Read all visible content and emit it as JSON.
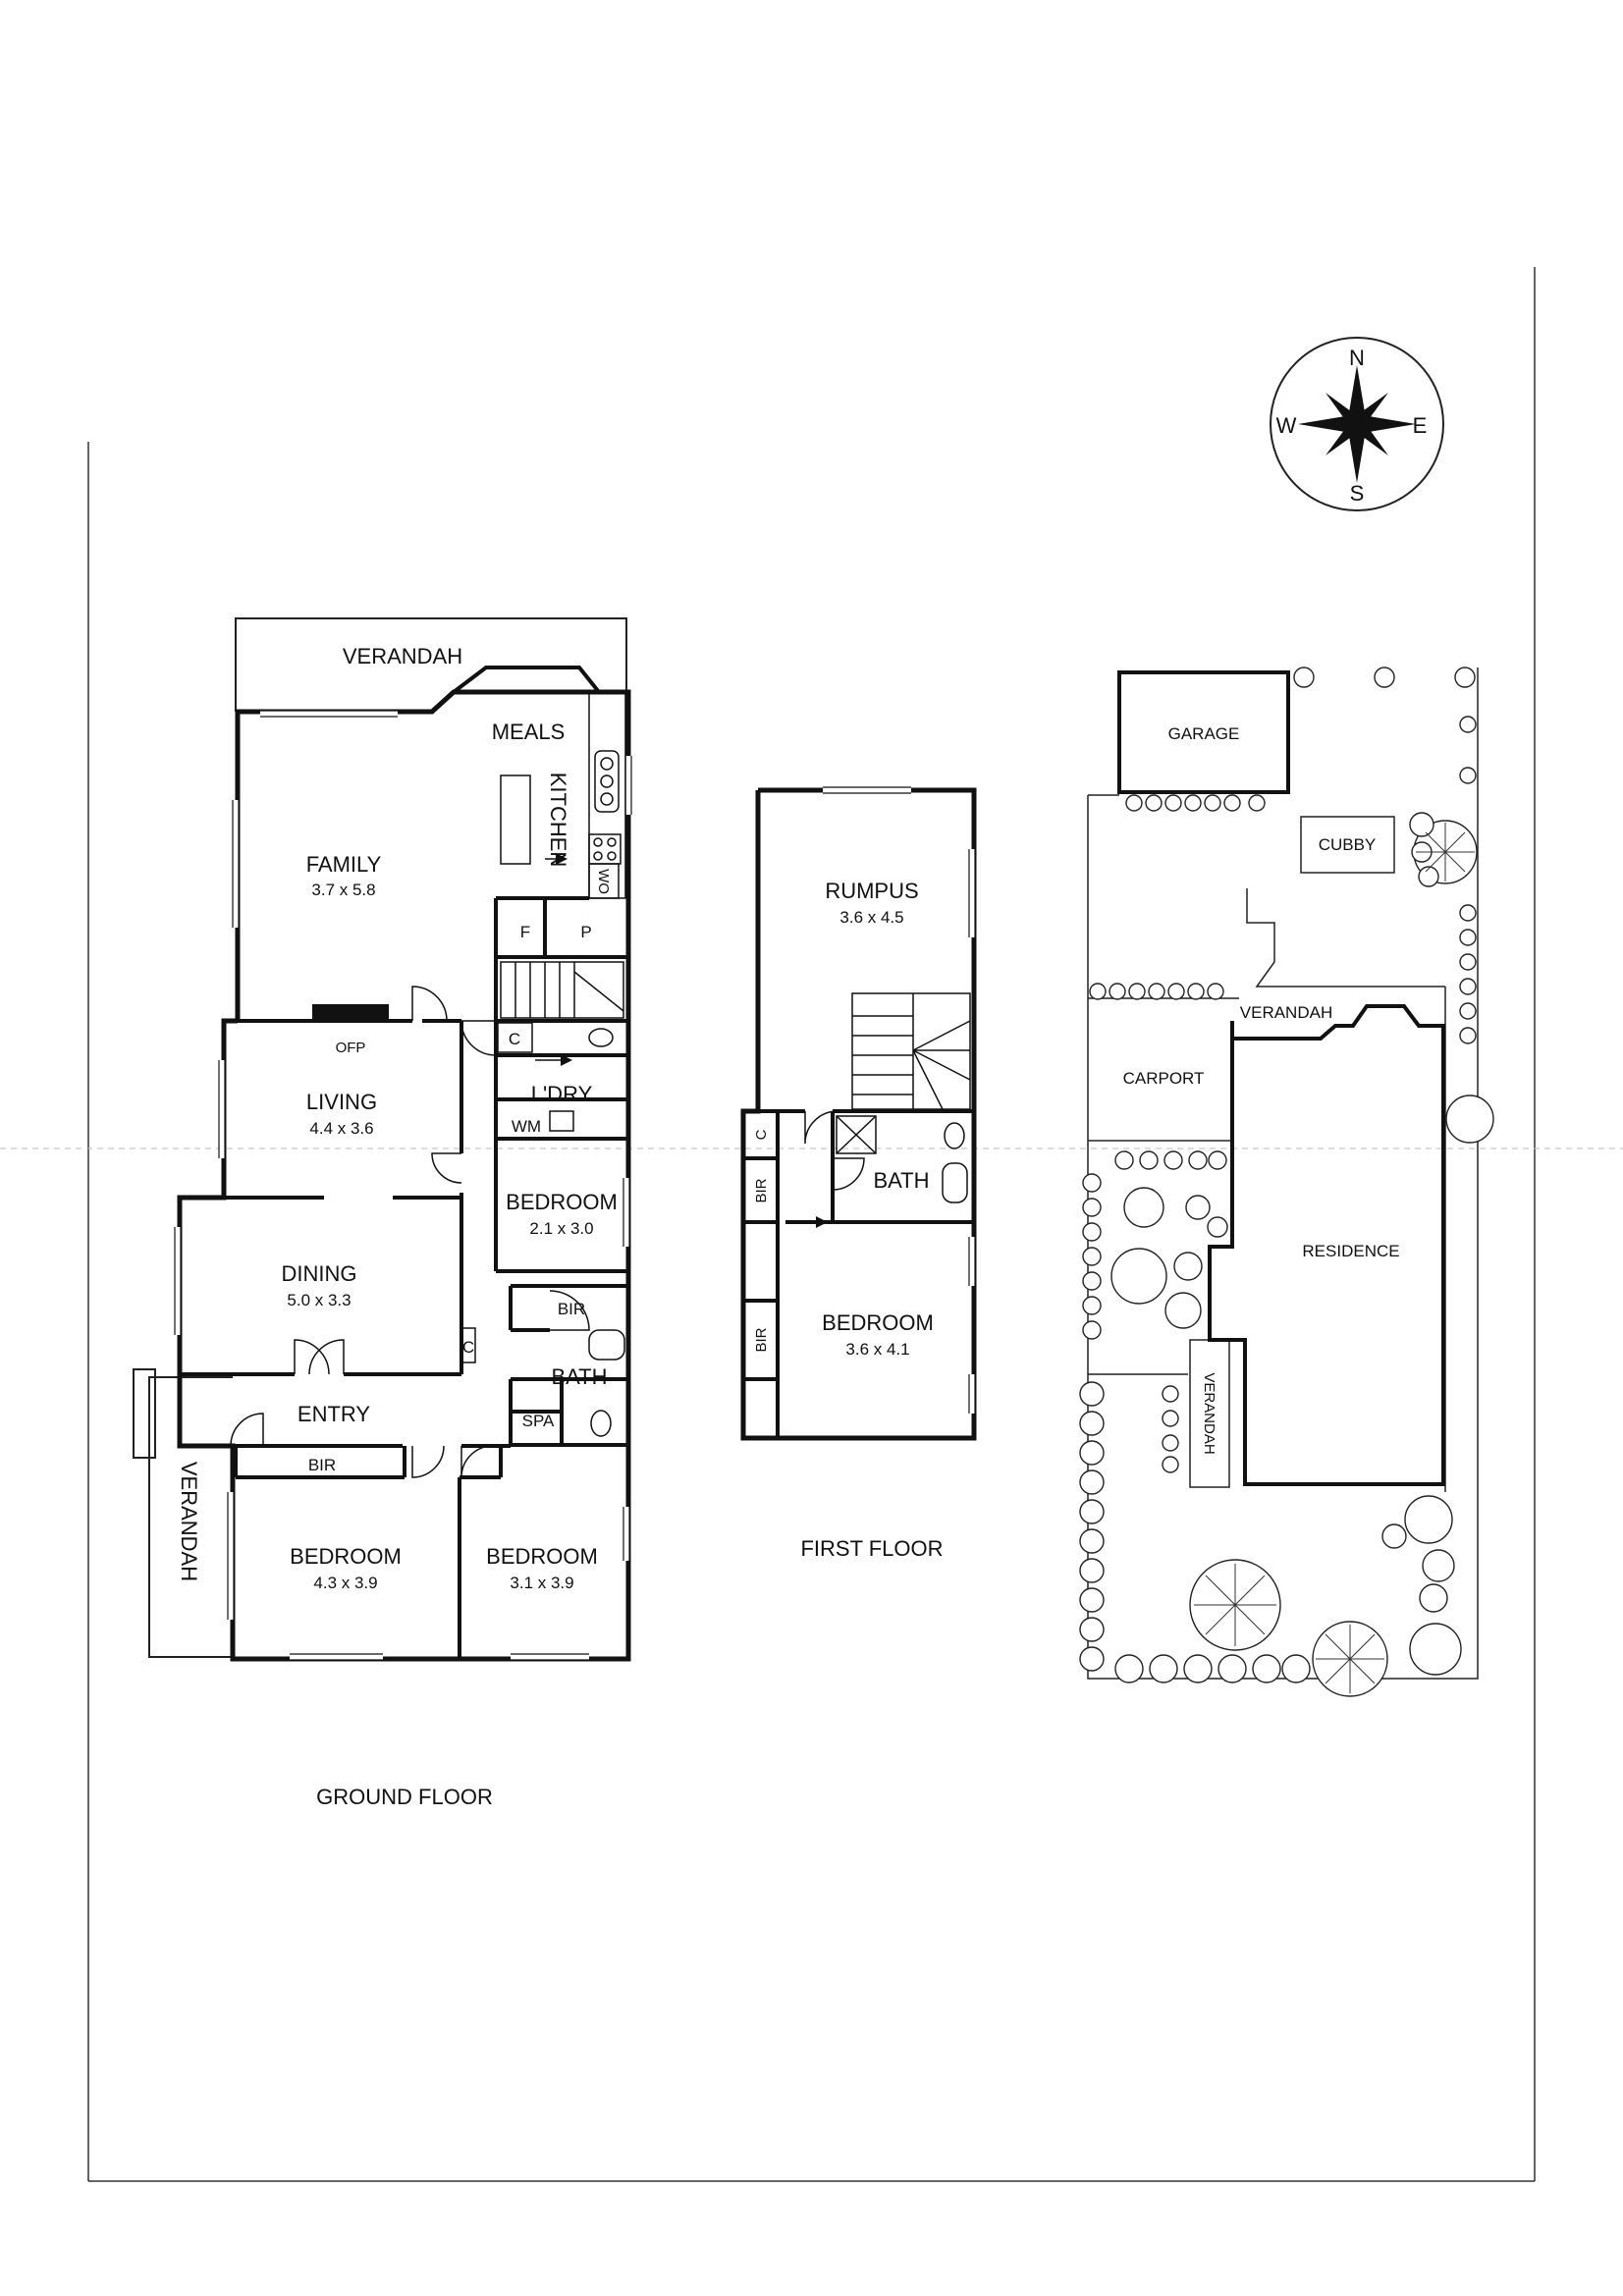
{
  "compass": {
    "north": "N",
    "south": "S",
    "east": "E",
    "west": "W"
  },
  "ground_floor": {
    "caption": "GROUND FLOOR",
    "verandah_top": "VERANDAH",
    "verandah_side": "VERANDAH",
    "meals": "MEALS",
    "kitchen": "KITCHEN",
    "wo": "WO",
    "family": {
      "name": "FAMILY",
      "size": "3.7 x 5.8"
    },
    "fridge": "F",
    "pantry": "P",
    "cupboard_laundry": "C",
    "ofp": "OFP",
    "living": {
      "name": "LIVING",
      "size": "4.4 x 3.6"
    },
    "laundry": "L'DRY",
    "wm": "WM",
    "bedroom_small": {
      "name": "BEDROOM",
      "size": "2.1 x 3.0"
    },
    "dining": {
      "name": "DINING",
      "size": "5.0 x 3.3"
    },
    "cupboard_dining": "C",
    "bir_middle": "BIR",
    "bath": "BATH",
    "spa": "SPA",
    "entry": "ENTRY",
    "bir_front": "BIR",
    "bedroom_front_left": {
      "name": "BEDROOM",
      "size": "4.3 x 3.9"
    },
    "bedroom_front_right": {
      "name": "BEDROOM",
      "size": "3.1 x 3.9"
    }
  },
  "first_floor": {
    "caption": "FIRST FLOOR",
    "rumpus": {
      "name": "RUMPUS",
      "size": "3.6 x 4.5"
    },
    "cupboard": "C",
    "bir_upper": "BIR",
    "bath": "BATH",
    "bir_lower": "BIR",
    "bedroom": {
      "name": "BEDROOM",
      "size": "3.6 x 4.1"
    }
  },
  "site_plan": {
    "garage": "GARAGE",
    "cubby": "CUBBY",
    "verandah_top": "VERANDAH",
    "carport": "CARPORT",
    "residence": "RESIDENCE",
    "verandah_side": "VERANDAH"
  }
}
